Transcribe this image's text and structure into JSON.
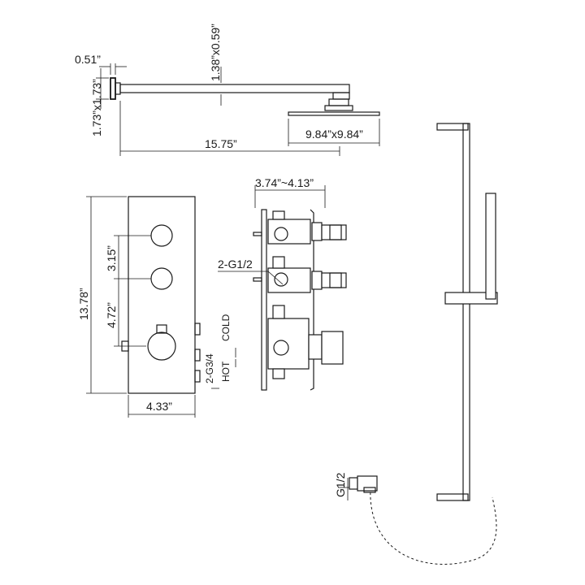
{
  "dimensions": {
    "arm_offset": "0.51”",
    "flange_size": "1.73”x1.73”",
    "arm_section": "1.38”x0.59”",
    "head_size": "9.84”x9.84”",
    "arm_length": "15.75”",
    "valve_depth": "3.74”~4.13”",
    "outlet_thread": "2-G1/2",
    "knob_spacing_1": "3.15”",
    "knob_spacing_2": "4.72”",
    "panel_height": "13.78”",
    "panel_width": "4.33”",
    "inlet_thread": "2-G3/4",
    "hot_label": "HOT",
    "cold_label": "COLD",
    "wall_outlet_thread": "G1/2"
  },
  "colors": {
    "line": "#1a1a1a",
    "background": "#ffffff"
  }
}
